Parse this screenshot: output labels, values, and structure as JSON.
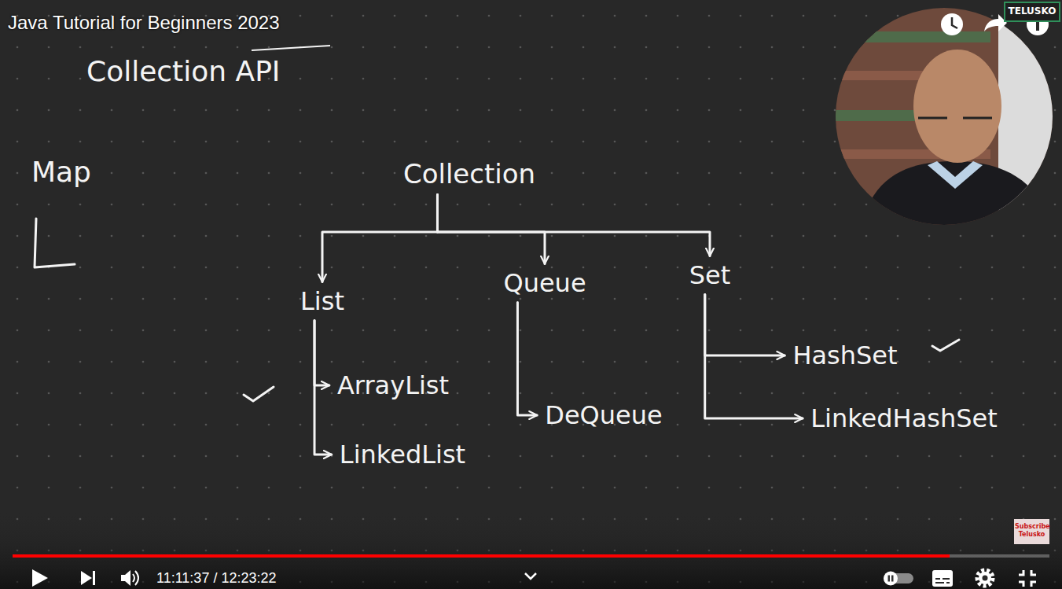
{
  "diagram": {
    "title": "Java Tutorial for Beginners 2023",
    "nodes": [
      {
        "text": [
          "Collection"
        ]
      },
      {
        "text": [
          "List"
        ]
      },
      {
        "text": [
          "Queue"
        ]
      },
      {
        "text": [
          "Set"
        ]
      },
      {
        "text": [
          "ArrayList"
        ]
      },
      {
        "text": [
          "LinkedList"
        ]
      },
      {
        "text": [
          "DeQueue"
        ]
      },
      {
        "text": [
          "HashSet"
        ]
      },
      {
        "text": [
          "LinkedHashSet"
        ]
      }
    ],
    "edges": [
      {
        "from": 0,
        "to": 1,
        "arrow": "to"
      },
      {
        "from": 0,
        "to": 2,
        "arrow": "to"
      },
      {
        "from": 0,
        "to": 3,
        "arrow": "to"
      },
      {
        "from": 1,
        "to": 4,
        "arrow": "to"
      },
      {
        "from": 1,
        "to": 5,
        "arrow": "to"
      },
      {
        "from": 2,
        "to": 6,
        "arrow": "to"
      },
      {
        "from": 3,
        "to": 7,
        "arrow": "to"
      },
      {
        "from": 3,
        "to": 8,
        "arrow": "to"
      }
    ],
    "labels": [
      "Collection API",
      "Map",
      "TELUSKO",
      "Subscribe Telusko",
      "11:11:37 / 12:23:22"
    ]
  }
}
